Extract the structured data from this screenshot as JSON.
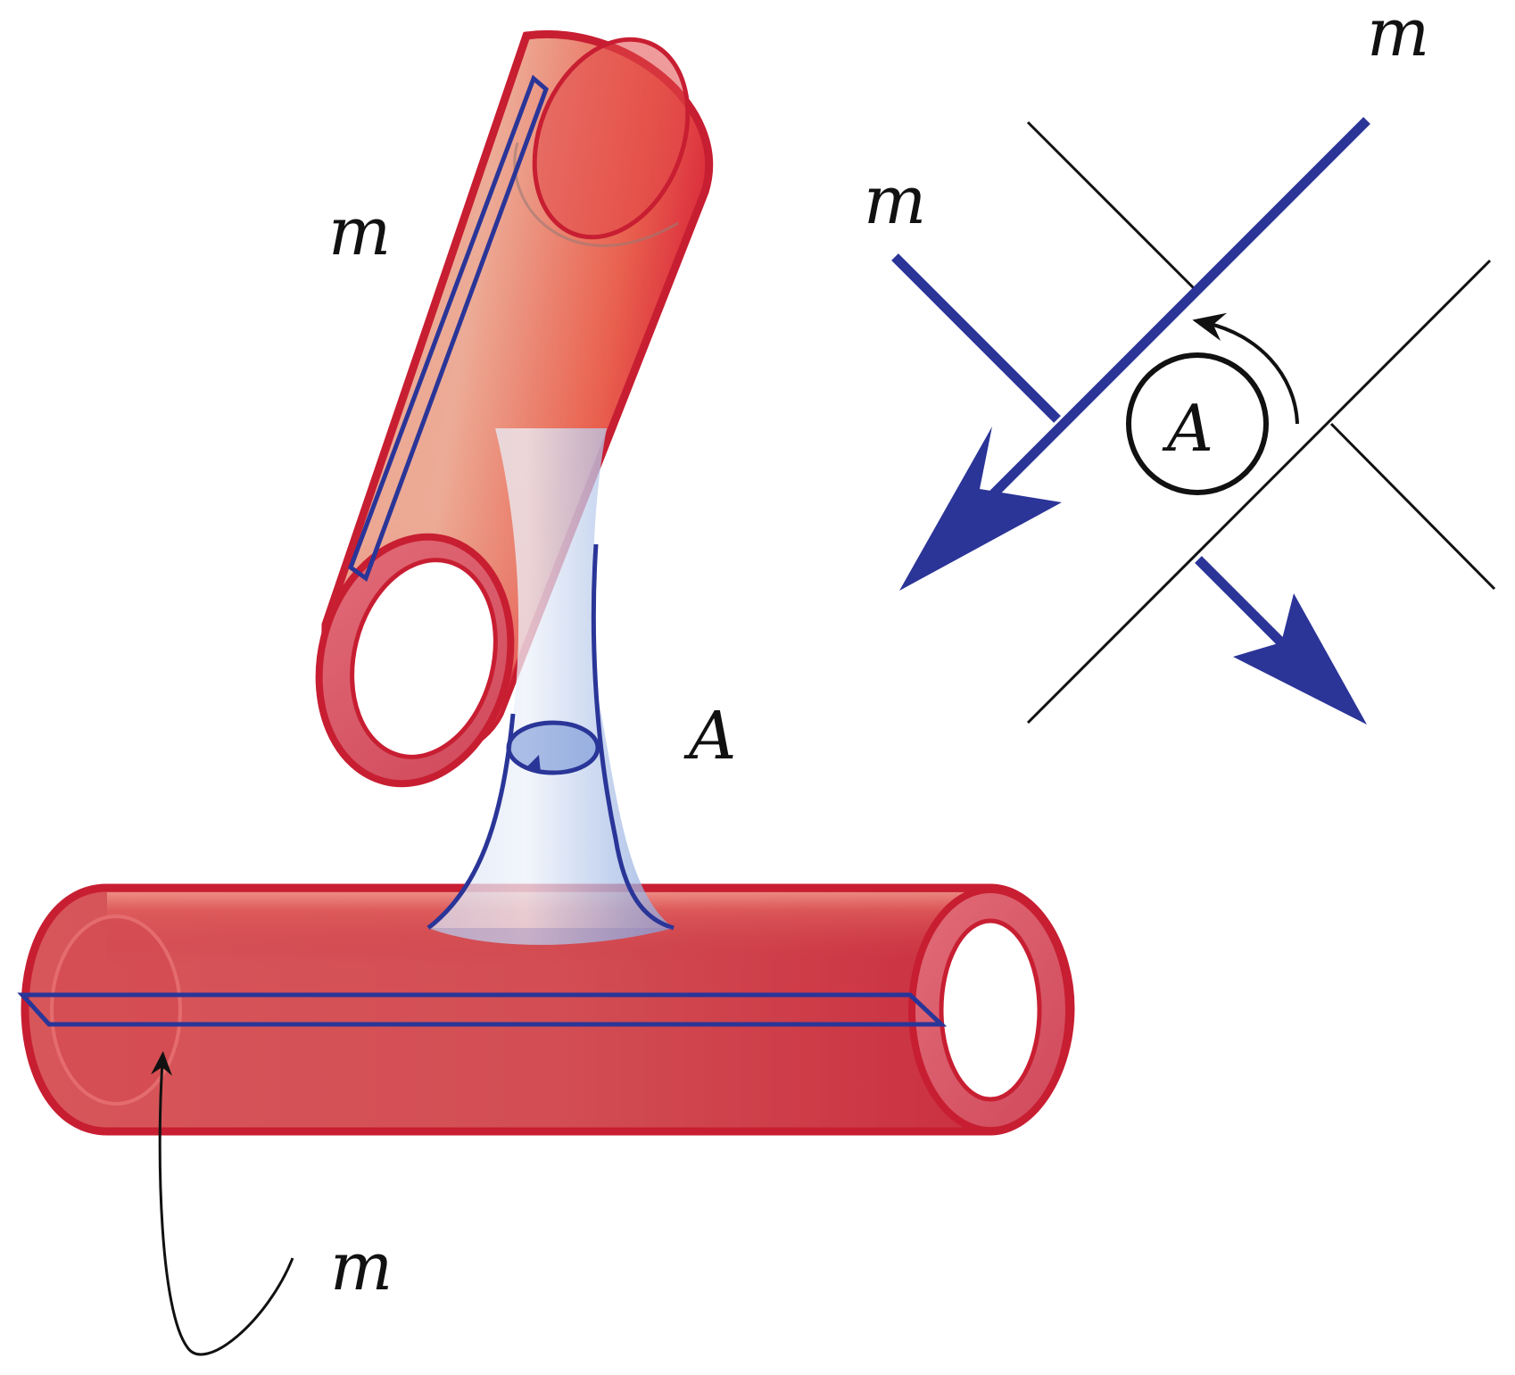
{
  "labels": {
    "top_tube_m": "m",
    "tendril_A": "A",
    "bottom_m": "m",
    "right_top_m": "m",
    "right_left_m": "m",
    "right_center_A": "A"
  },
  "colors": {
    "tube_red": "#d9263a",
    "tube_red_light": "#f0a090",
    "tube_edge": "#c81e32",
    "tendril_blue": "#2a3598",
    "tendril_fill": "#a9bde6",
    "arrow_blue": "#2b3497",
    "line_black": "#111111"
  }
}
